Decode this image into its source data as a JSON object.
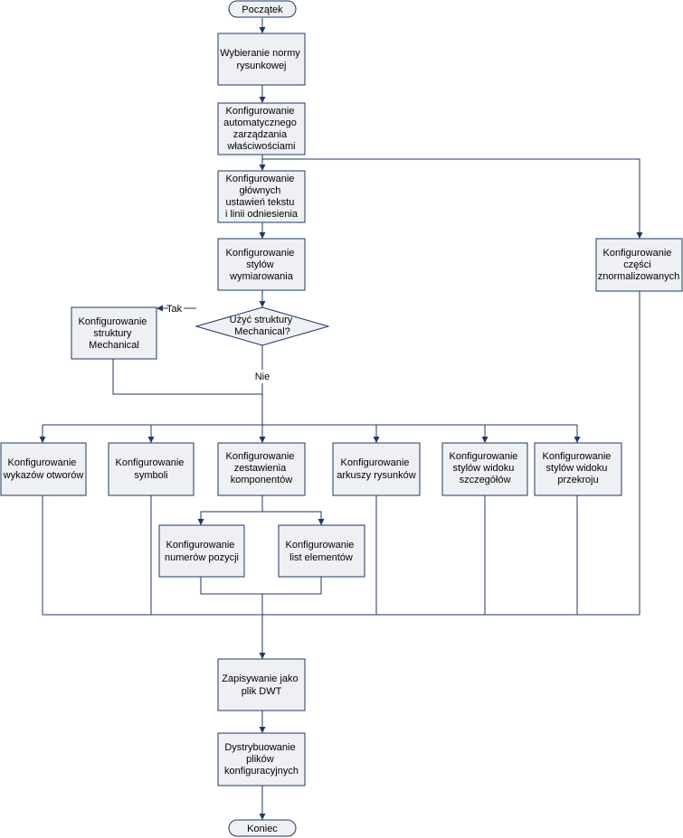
{
  "colors": {
    "stroke": "#1f3864",
    "fill": "#eef0f3",
    "text": "#000000",
    "background": "#ffffff"
  },
  "nodes": {
    "start": "Początek",
    "norm": [
      "Wybieranie normy",
      "rysunkowej"
    ],
    "auto_props": [
      "Konfigurowanie",
      "automatycznego",
      "zarządzania",
      "właściwościami"
    ],
    "main_text": [
      "Konfigurowanie",
      "głównych",
      "ustawień tekstu",
      "i linii odniesienia"
    ],
    "dim_styles": [
      "Konfigurowanie",
      "stylów",
      "wymiarowania"
    ],
    "decision": [
      "Użyć struktury",
      "Mechanical?"
    ],
    "mech_struct": [
      "Konfigurowanie",
      "struktury",
      "Mechanical"
    ],
    "std_parts": [
      "Konfigurowanie",
      "części",
      "znormalizowanych"
    ],
    "hole_charts": [
      "Konfigurowanie",
      "wykazów otworów"
    ],
    "symbols": [
      "Konfigurowanie",
      "symboli"
    ],
    "bom": [
      "Konfigurowanie",
      "zestawienia",
      "komponentów"
    ],
    "sheets": [
      "Konfigurowanie",
      "arkuszy rysunków"
    ],
    "detail_styles": [
      "Konfigurowanie",
      "stylów widoku",
      "szczegółów"
    ],
    "section_styles": [
      "Konfigurowanie",
      "stylów widoku",
      "przekroju"
    ],
    "balloons": [
      "Konfigurowanie",
      "numerów pozycji"
    ],
    "parts_lists": [
      "Konfigurowanie",
      "list elementów"
    ],
    "save_dwt": [
      "Zapisywanie jako",
      "plik DWT"
    ],
    "distribute": [
      "Dystrybuowanie",
      "plików",
      "konfiguracyjnych"
    ],
    "end": "Koniec"
  },
  "edge_labels": {
    "yes": "Tak",
    "no": "Nie"
  }
}
